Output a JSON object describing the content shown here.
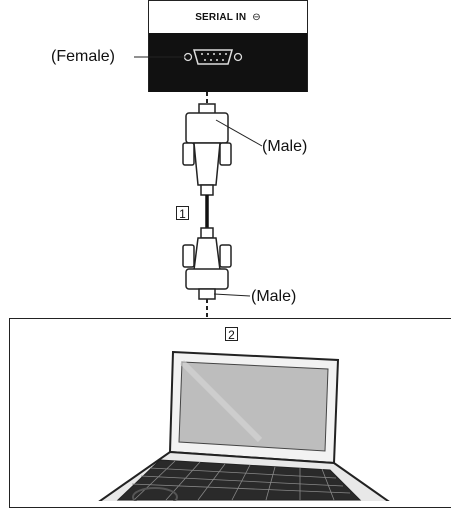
{
  "panel": {
    "port_label": "SERIAL IN",
    "port_icon": "input-arrow-icon"
  },
  "labels": {
    "female": "(Female)",
    "male_top": "(Male)",
    "male_bottom": "(Male)"
  },
  "markers": {
    "cable": "1",
    "computer": "2"
  },
  "colors": {
    "panel_black": "#111111",
    "line": "#222222",
    "screen": "#bdbdbd"
  }
}
